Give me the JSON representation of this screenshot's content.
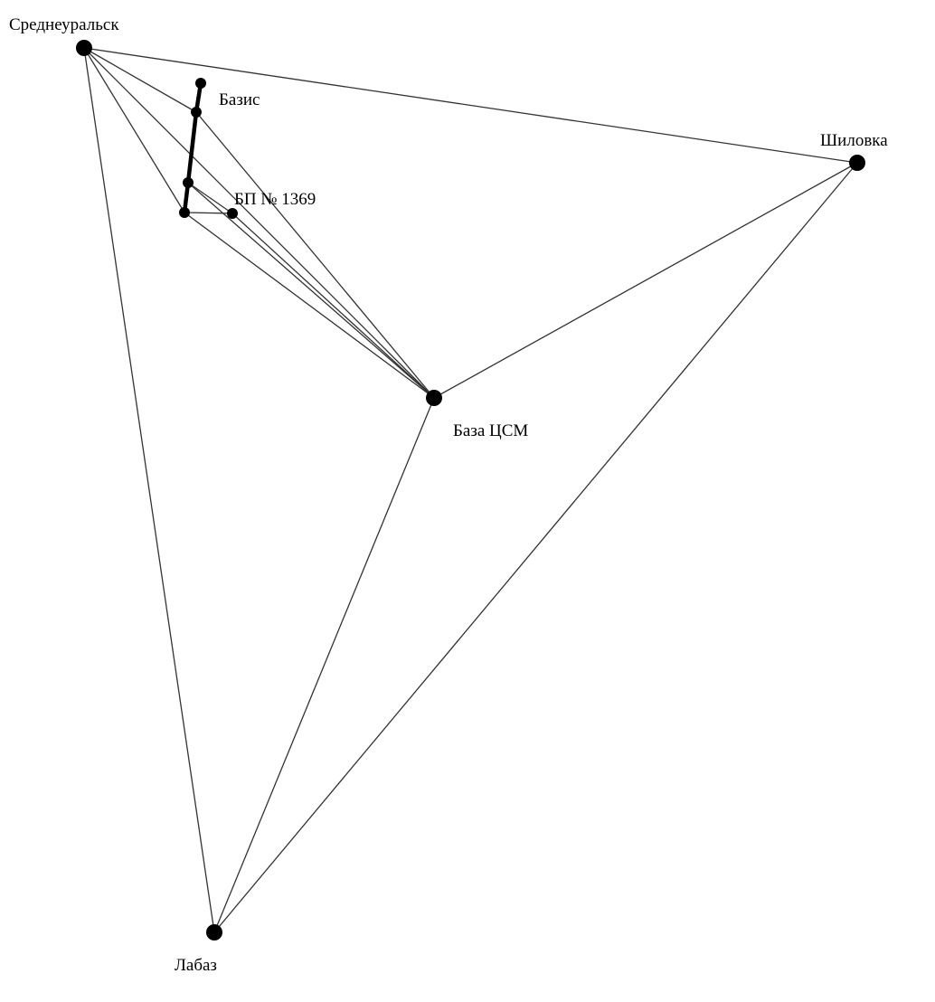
{
  "colors": {
    "line": "#333333",
    "baseline": "#000000",
    "node": "#000000",
    "background": "#ffffff"
  },
  "diagram": {
    "labels": {
      "sredneuralsk": "Среднеуральск",
      "shilovka": "Шиловка",
      "baza_csm": "База ЦСМ",
      "labaz": "Лабаз",
      "bazis": "Базис",
      "bp1369": "БП № 1369"
    }
  }
}
